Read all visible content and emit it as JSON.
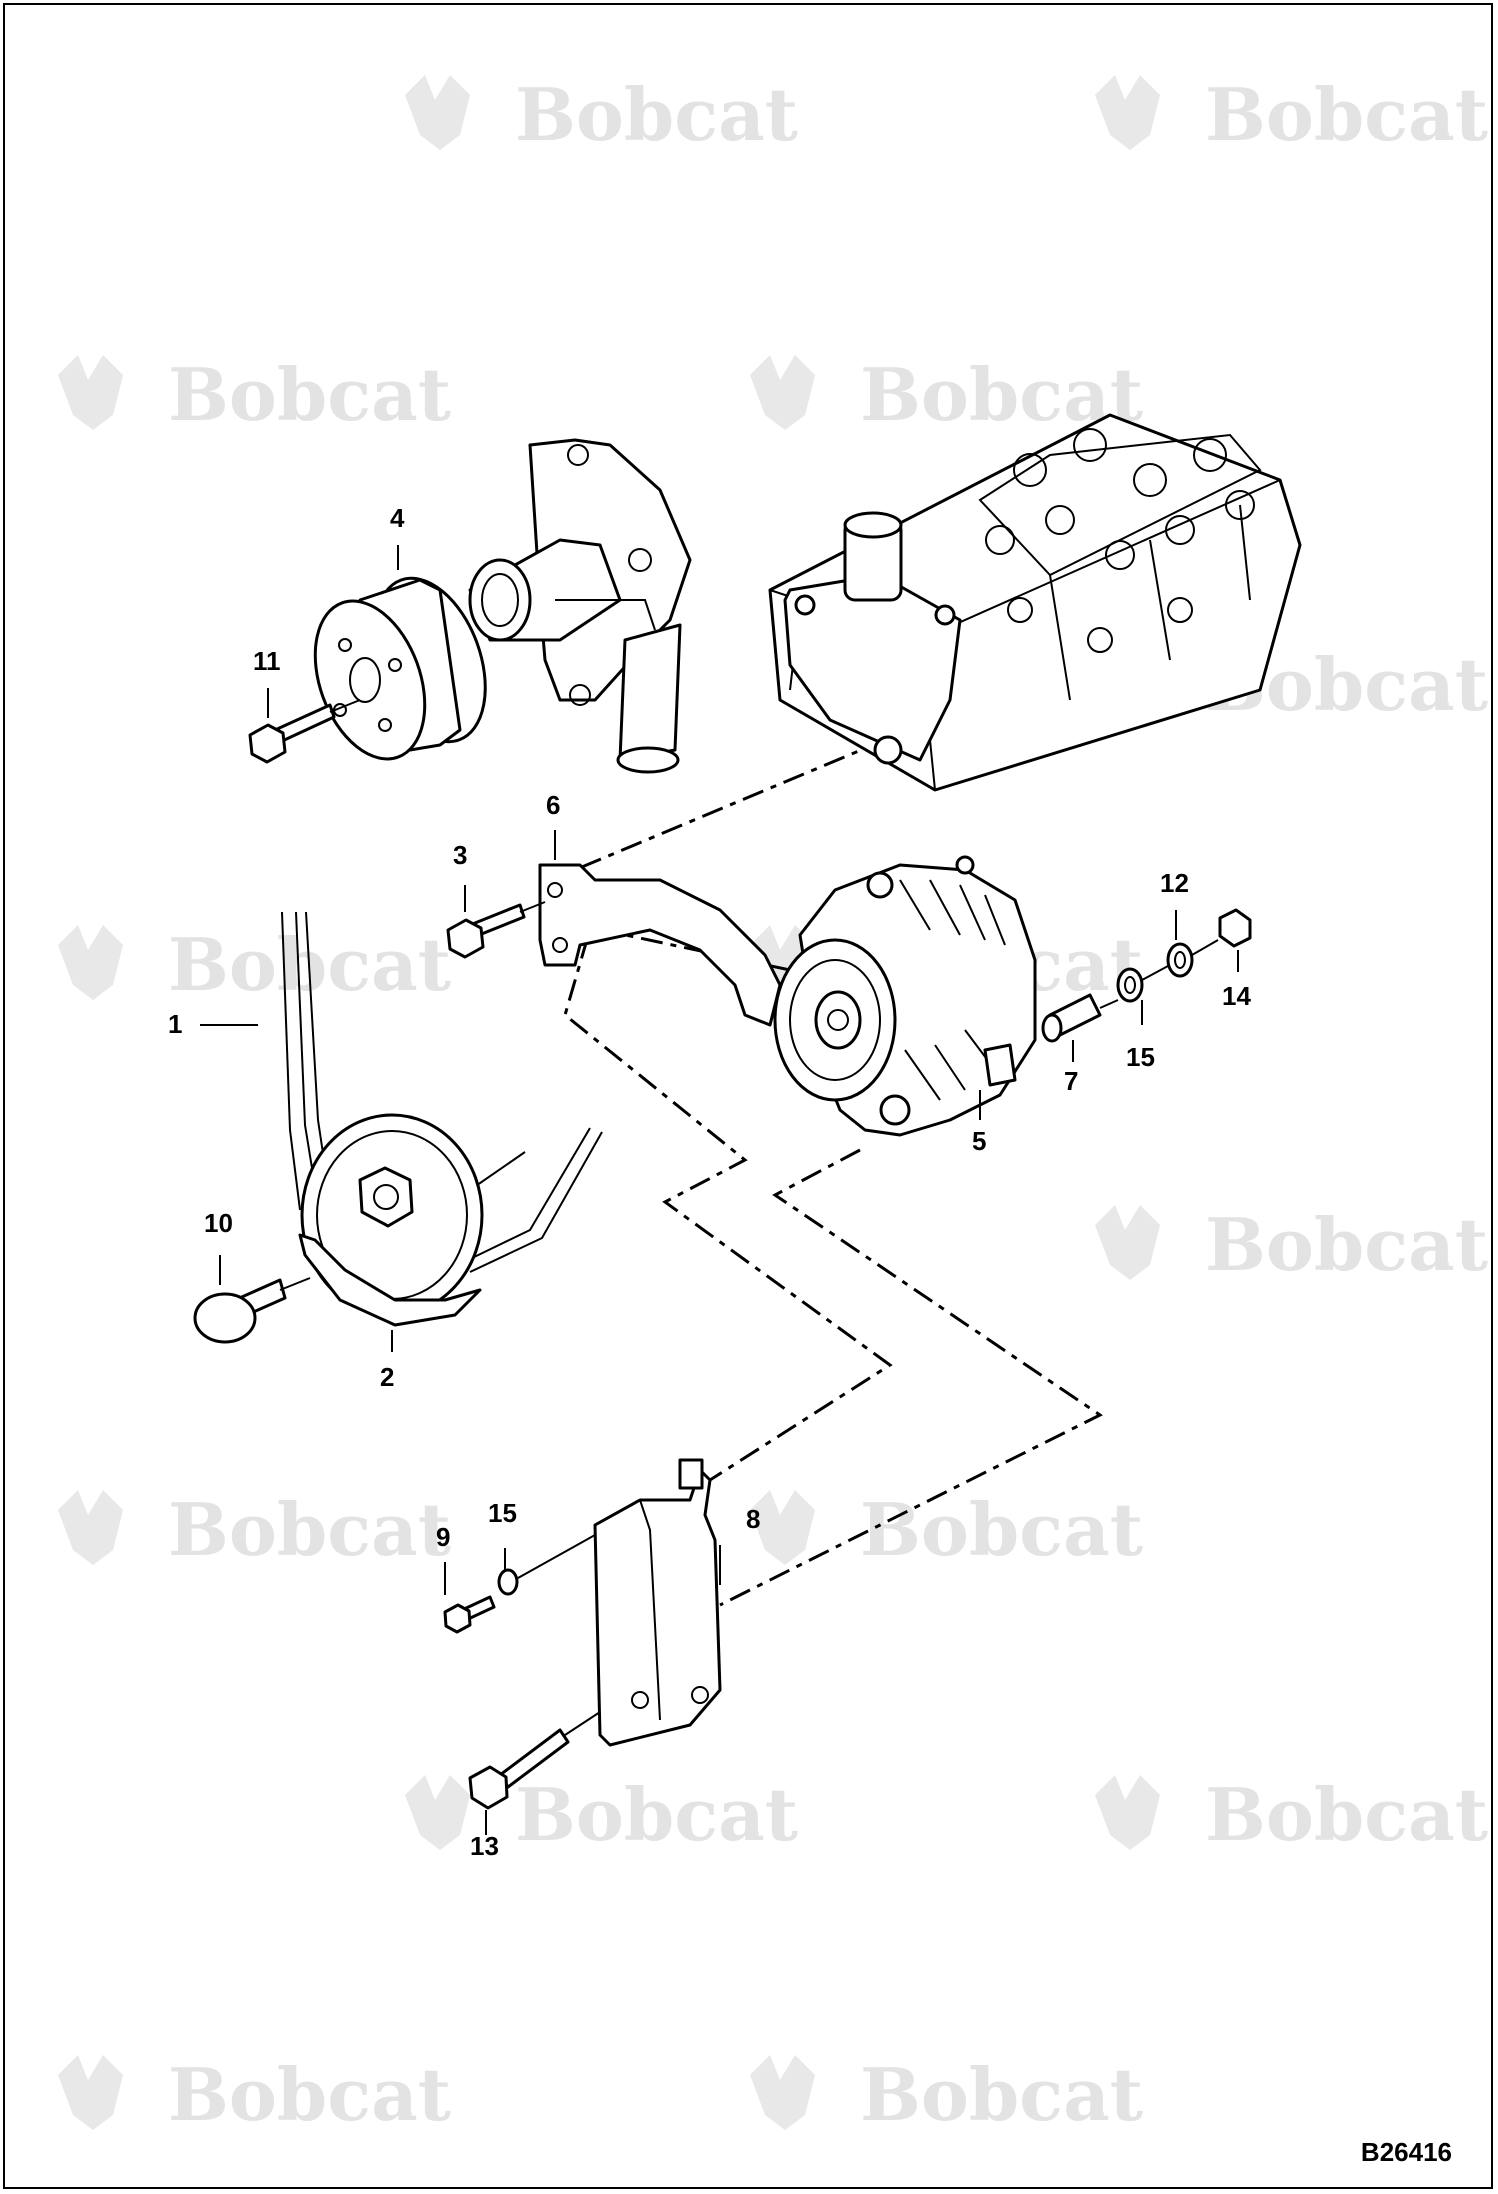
{
  "watermark": {
    "brand": "Bobcat",
    "mark": "®"
  },
  "drawing_id": "B26416",
  "callouts": {
    "c1": "1",
    "c2": "2",
    "c3": "3",
    "c4": "4",
    "c5": "5",
    "c6": "6",
    "c7": "7",
    "c8": "8",
    "c9": "9",
    "c10": "10",
    "c11": "11",
    "c12": "12",
    "c13": "13",
    "c14": "14",
    "c15a": "15",
    "c15b": "15"
  },
  "colors": {
    "line": "#000000",
    "watermark": "#e3e3e3",
    "background": "#ffffff"
  }
}
